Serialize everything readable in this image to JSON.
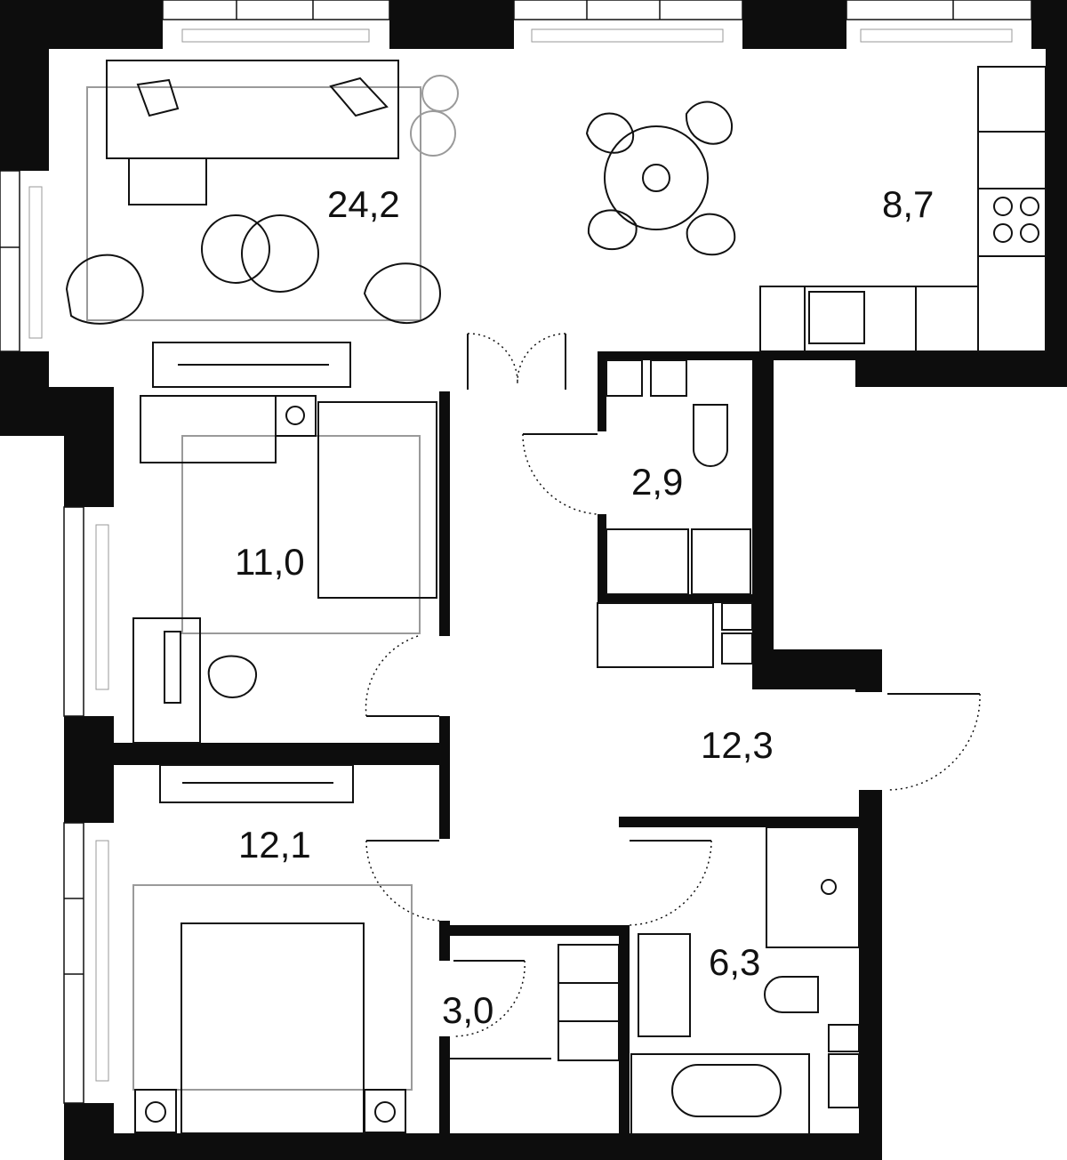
{
  "floor_plan": {
    "rooms": [
      {
        "id": "living",
        "area": "24,2"
      },
      {
        "id": "kitchen",
        "area": "8,7"
      },
      {
        "id": "bedroom-1",
        "area": "11,0"
      },
      {
        "id": "toilet",
        "area": "2,9"
      },
      {
        "id": "hallway",
        "area": "12,3"
      },
      {
        "id": "bedroom-2",
        "area": "12,1"
      },
      {
        "id": "wardrobe",
        "area": "3,0"
      },
      {
        "id": "bathroom",
        "area": "6,3"
      }
    ],
    "colors": {
      "wall": "#0d0d0d",
      "line": "#111111",
      "rug": "#9a9a9a",
      "background": "#ffffff"
    }
  }
}
